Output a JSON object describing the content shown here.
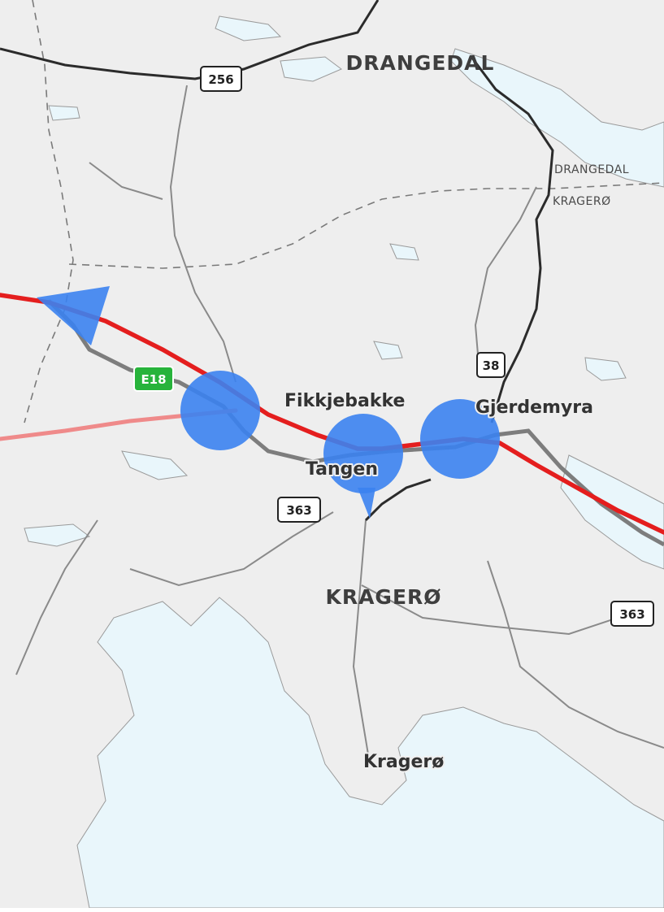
{
  "map": {
    "regions": [
      {
        "id": "drangedal",
        "label": "DRANGEDAL"
      },
      {
        "id": "kragero",
        "label": "KRAGERØ"
      }
    ],
    "border_labels": {
      "north": "DRANGEDAL",
      "south": "KRAGERØ"
    },
    "places": [
      {
        "id": "fikkjebakke",
        "label": "Fikkjebakke"
      },
      {
        "id": "gjerdemyra",
        "label": "Gjerdemyra"
      },
      {
        "id": "tangen",
        "label": "Tangen"
      },
      {
        "id": "kragero-town",
        "label": "Kragerø"
      }
    ],
    "road_shields": {
      "r256": "256",
      "r38": "38",
      "r363_west": "363",
      "r363_east": "363",
      "e18": "E18"
    },
    "colors": {
      "land": "#eeeeee",
      "water": "#e9f6fb",
      "new_e18": "#e41e1e",
      "alt_route": "#ef8a8a",
      "markers": "#3b82f0",
      "shield_green": "#27b33b"
    }
  }
}
